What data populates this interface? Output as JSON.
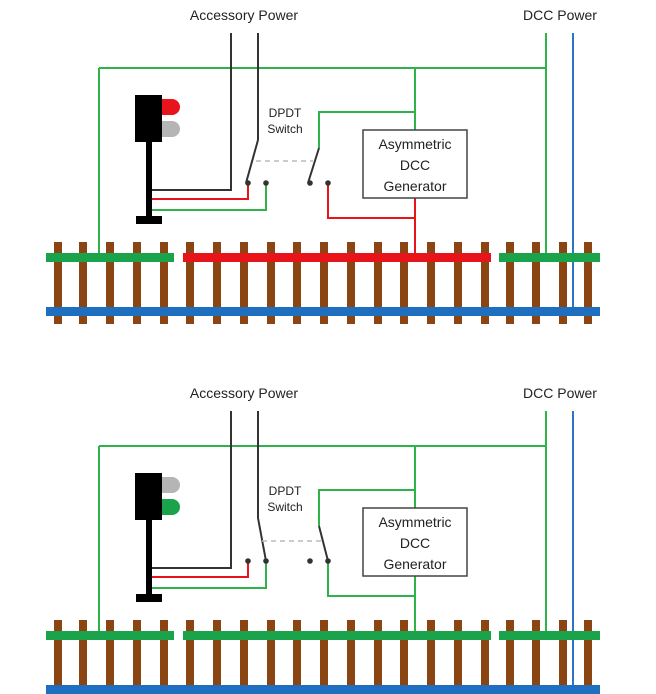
{
  "colors": {
    "green_wire": "#2db34a",
    "blue_wire": "#2e74c4",
    "red_wire": "#e8141b",
    "black_wire": "#333333",
    "tie_brown": "#8b4513",
    "rail_green": "#1aa34a",
    "rail_red": "#e8141b",
    "rail_blue": "#1f6fc0",
    "signal_body": "#000000",
    "lamp_red": "#e8141b",
    "lamp_green": "#1aa34a",
    "lamp_off": "#b5b5b5",
    "switch_dash": "#bbbbbb"
  },
  "panels": [
    {
      "id": "top",
      "accessory_power_label": "Accessory Power",
      "dcc_power_label": "DCC Power",
      "switch_label_line1": "DPDT",
      "switch_label_line2": "Switch",
      "generator_line1": "Asymmetric",
      "generator_line2": "DCC",
      "generator_line3": "Generator",
      "signal_aspect": "red",
      "middle_rail_color": "red",
      "switch_position": "up"
    },
    {
      "id": "bottom",
      "accessory_power_label": "Accessory Power",
      "dcc_power_label": "DCC Power",
      "switch_label_line1": "DPDT",
      "switch_label_line2": "Switch",
      "generator_line1": "Asymmetric",
      "generator_line2": "DCC",
      "generator_line3": "Generator",
      "signal_aspect": "green",
      "middle_rail_color": "green",
      "switch_position": "down"
    }
  ]
}
